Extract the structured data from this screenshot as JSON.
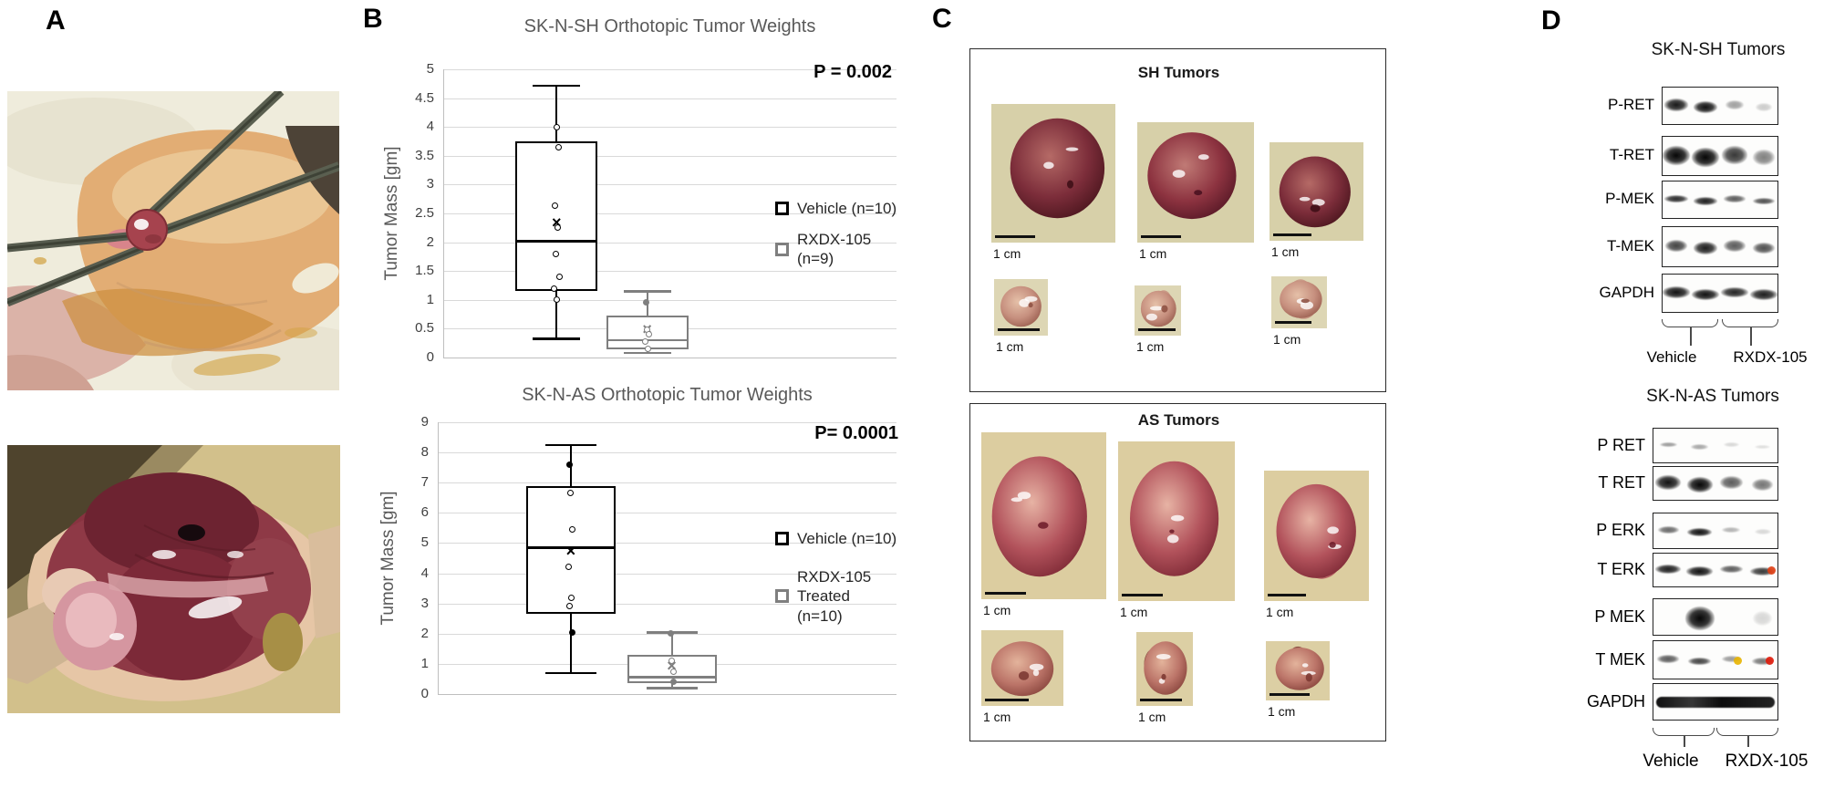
{
  "panels": {
    "a": "A",
    "b": "B",
    "c": "C",
    "d": "D"
  },
  "panel_a": {
    "photos": [
      {
        "alt": "surgical orthotopic implantation in mouse with two forceps exposing a small red organ"
      },
      {
        "alt": "necropsy photo of large hemorrhagic abdominal tumor mass in mouse"
      }
    ]
  },
  "chart_data": [
    {
      "type": "boxplot",
      "title": "SK-N-SH Orthotopic Tumor Weights",
      "ylabel": "Tumor Mass [gm]",
      "ylim": [
        0,
        5
      ],
      "ytick_step": 0.5,
      "grid": true,
      "p_label": "P = 0.002",
      "legend_position": "right-inside",
      "legend": [
        {
          "label": "Vehicle (n=10)",
          "color": "#000000"
        },
        {
          "label": "RXDX-105 (n=9)",
          "color": "#7f7f7f"
        }
      ],
      "series": [
        {
          "name": "Vehicle (n=10)",
          "color": "#000000",
          "whisker_low": 0.33,
          "q1": 1.15,
          "median": 2.02,
          "q3": 3.75,
          "whisker_high": 4.72,
          "mean": 2.3,
          "points_open": [
            4.0,
            3.65,
            2.63,
            2.25,
            1.8,
            1.4,
            1.2,
            1.0
          ],
          "points_filled": []
        },
        {
          "name": "RXDX-105 (n=9)",
          "color": "#7f7f7f",
          "whisker_low": 0.08,
          "q1": 0.14,
          "median": 0.3,
          "q3": 0.72,
          "whisker_high": 1.15,
          "mean": 0.44,
          "points_open": [
            0.48,
            0.4,
            0.27,
            0.15
          ],
          "points_filled": [
            0.95
          ]
        }
      ]
    },
    {
      "type": "boxplot",
      "title": "SK-N-AS Orthotopic Tumor Weights",
      "ylabel": "Tumor Mass [gm]",
      "ylim": [
        0,
        9
      ],
      "ytick_step": 1,
      "grid": true,
      "p_label": "P= 0.0001",
      "legend_position": "right-inside",
      "legend": [
        {
          "label": "Vehicle (n=10)",
          "color": "#000000"
        },
        {
          "label": "RXDX-105 Treated\n(n=10)",
          "color": "#7f7f7f"
        }
      ],
      "series": [
        {
          "name": "Vehicle (n=10)",
          "color": "#000000",
          "whisker_low": 0.7,
          "q1": 2.65,
          "median": 4.85,
          "q3": 6.9,
          "whisker_high": 8.25,
          "mean": 4.65,
          "points_open": [
            6.65,
            5.45,
            4.2,
            3.2,
            2.9
          ],
          "points_filled": [
            7.6,
            2.05
          ]
        },
        {
          "name": "RXDX-105 Treated (n=10)",
          "color": "#7f7f7f",
          "whisker_low": 0.2,
          "q1": 0.35,
          "median": 0.55,
          "q3": 1.3,
          "whisker_high": 2.05,
          "mean": 0.85,
          "points_open": [
            1.1,
            0.75
          ],
          "points_filled": [
            2.0,
            0.4
          ]
        }
      ]
    }
  ],
  "panel_c": {
    "scale_label": "1 cm",
    "boxes": [
      {
        "title": "SH Tumors"
      },
      {
        "title": "AS Tumors"
      }
    ]
  },
  "panel_d": {
    "sections": [
      {
        "title": "SK-N-SH Tumors",
        "rows": [
          {
            "label": "P-RET",
            "bands": [
              0.92,
              0.95,
              0.38,
              0.2
            ]
          },
          {
            "label": "T-RET",
            "bands": [
              1,
              1,
              0.8,
              0.5
            ]
          },
          {
            "label": "P-MEK",
            "bands": [
              0.85,
              0.9,
              0.65,
              0.7
            ]
          },
          {
            "label": "T-MEK",
            "bands": [
              0.75,
              0.9,
              0.65,
              0.7
            ]
          },
          {
            "label": "GAPDH",
            "bands": [
              0.95,
              0.95,
              0.88,
              0.9
            ]
          }
        ],
        "group_labels": [
          "Vehicle",
          "RXDX-105"
        ]
      },
      {
        "title": "SK-N-AS Tumors",
        "rows": [
          {
            "label": "P RET",
            "bands": [
              0.4,
              0.35,
              0.15,
              0.12
            ]
          },
          {
            "label": "T RET",
            "bands": [
              0.95,
              1,
              0.65,
              0.55
            ]
          },
          {
            "label": "P ERK",
            "bands": [
              0.6,
              0.95,
              0.3,
              0.15
            ]
          },
          {
            "label": "T ERK",
            "bands": [
              0.9,
              0.95,
              0.65,
              0.8
            ],
            "tints": [
              null,
              null,
              null,
              "#e03d12"
            ]
          },
          {
            "label": "P MEK",
            "bands": [
              0,
              1,
              0,
              0.15
            ]
          },
          {
            "label": "T MEK",
            "bands": [
              0.65,
              0.75,
              0.4,
              0.55
            ],
            "tints": [
              null,
              null,
              "#e8b400",
              "#e01808"
            ]
          },
          {
            "label": "GAPDH",
            "bands": [
              1,
              1,
              1,
              1
            ],
            "continuous": true
          }
        ],
        "group_labels": [
          "Vehicle",
          "RXDX-105"
        ]
      }
    ]
  }
}
